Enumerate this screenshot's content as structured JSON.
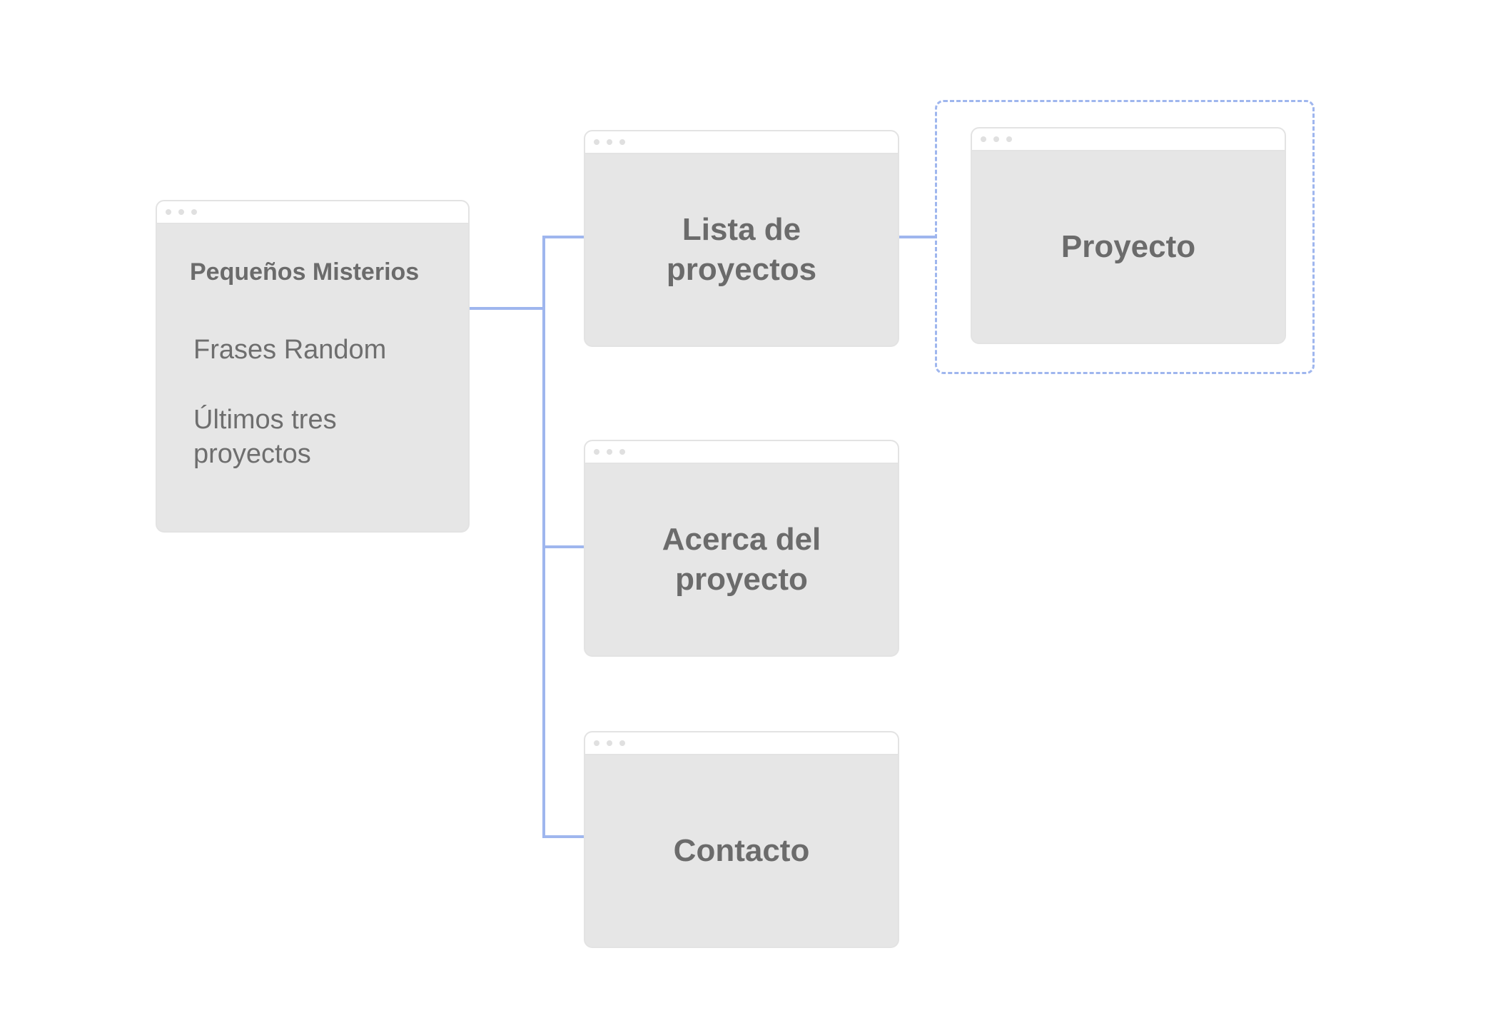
{
  "nodes": {
    "home": {
      "title": "Pequeños Misterios",
      "items": [
        "Frases Random",
        "Últimos tres proyectos"
      ]
    },
    "project_list": {
      "label": "Lista de proyectos"
    },
    "about": {
      "label": "Acerca del proyecto"
    },
    "contact": {
      "label": "Contacto"
    },
    "project": {
      "label": "Proyecto"
    }
  },
  "colors": {
    "connector": "#9fb6ee",
    "card": "#e6e6e6",
    "text": "#6b6b6b"
  }
}
